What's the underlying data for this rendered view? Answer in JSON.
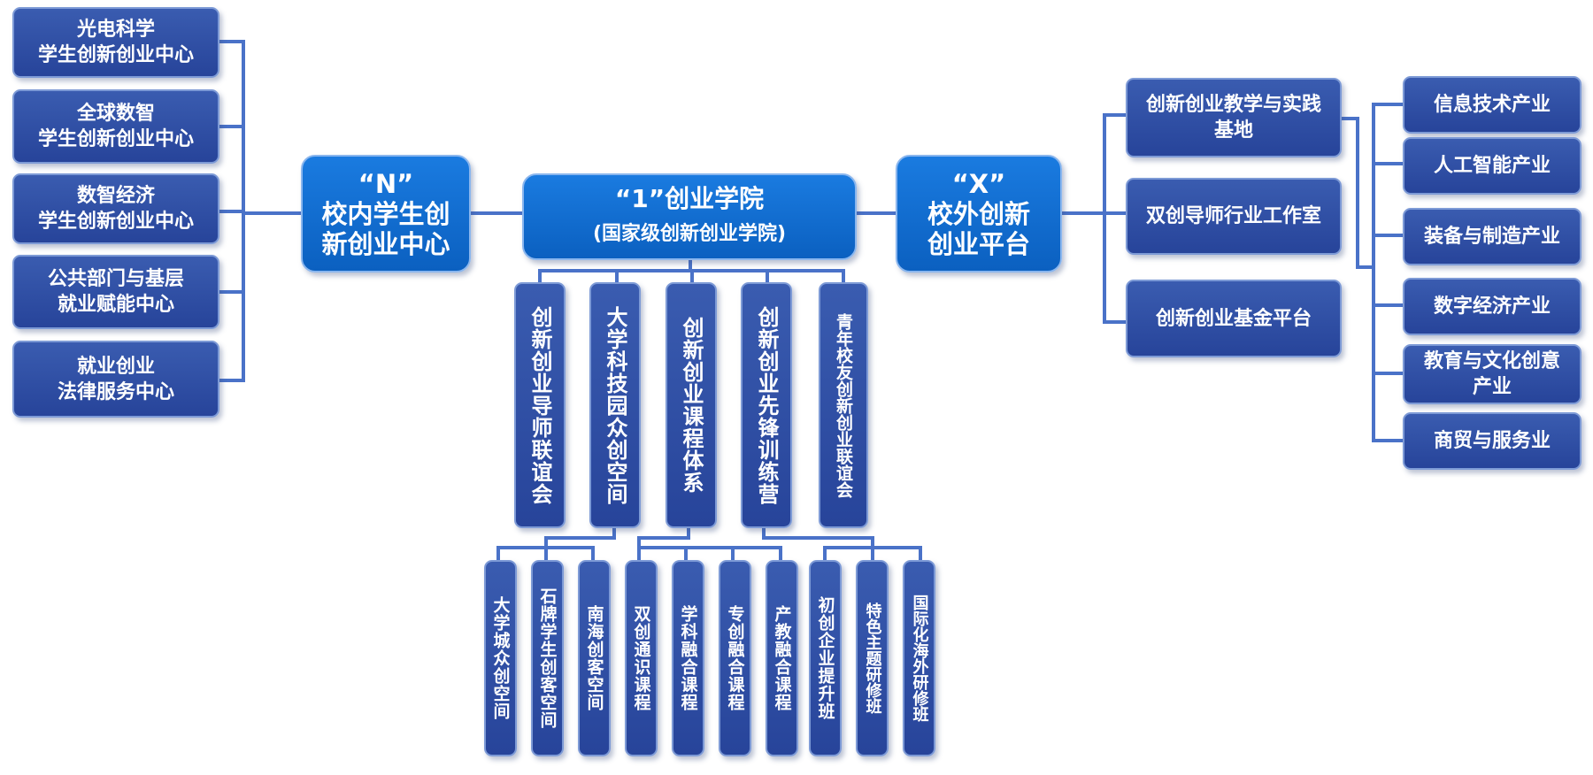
{
  "left": {
    "items": [
      {
        "line1": "光电科学",
        "line2": "学生创新创业中心"
      },
      {
        "line1": "全球数智",
        "line2": "学生创新创业中心"
      },
      {
        "line1": "数智经济",
        "line2": "学生创新创业中心"
      },
      {
        "line1": "公共部门与基层",
        "line2": "就业赋能中心"
      },
      {
        "line1": "就业创业",
        "line2": "法律服务中心"
      }
    ]
  },
  "center_n": {
    "line1": "“N”",
    "line2": "校内学生创",
    "line3": "新创业中心"
  },
  "center_1": {
    "title": "“1”创业学院",
    "subtitle": "(国家级创新创业学院)"
  },
  "center_x": {
    "line1": "“X”",
    "line2": "校外创新",
    "line3": "创业平台"
  },
  "pillars": [
    "创新创业导师联谊会",
    "大学科技园众创空间",
    "创新创业课程体系",
    "创新创业先锋训练营",
    "青年校友创新创业联谊会"
  ],
  "sub_items": [
    "大学城众创空间",
    "石牌学生创客空间",
    "南海创客空间",
    "双创通识课程",
    "学科融合课程",
    "专创融合课程",
    "产教融合课程",
    "初创企业提升班",
    "特色主题研修班",
    "国际化海外研修班"
  ],
  "right_platforms": [
    {
      "line1": "创新创业教学与实践",
      "line2": "基地"
    },
    {
      "line1": "双创导师行业工作室",
      "line2": ""
    },
    {
      "line1": "创新创业基金平台",
      "line2": ""
    }
  ],
  "industries": [
    {
      "line1": "信息技术产业",
      "line2": ""
    },
    {
      "line1": "人工智能产业",
      "line2": ""
    },
    {
      "line1": "装备与制造产业",
      "line2": ""
    },
    {
      "line1": "数字经济产业",
      "line2": ""
    },
    {
      "line1": "教育与文化创意",
      "line2": "产业"
    },
    {
      "line1": "商贸与服务业",
      "line2": ""
    }
  ],
  "colors": {
    "box_fill": "#2f4fa6",
    "main_fill": "#0f6ed0",
    "connector": "#4a72c8"
  }
}
